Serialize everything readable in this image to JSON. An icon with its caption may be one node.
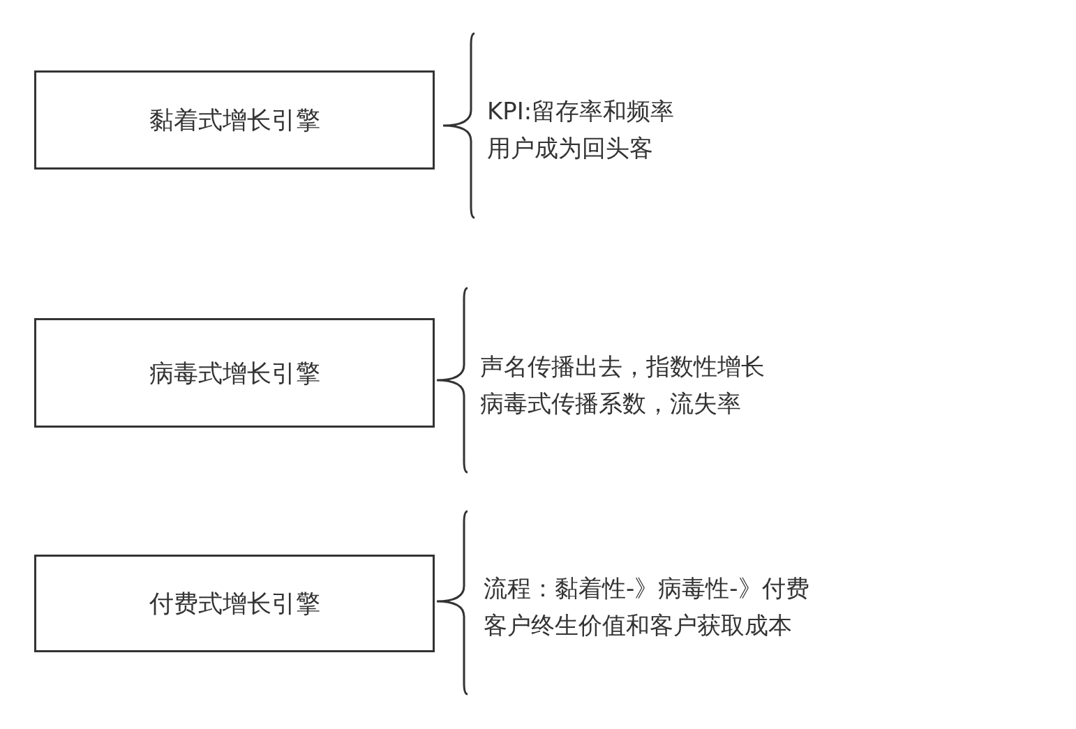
{
  "diagram": {
    "nodes": [
      {
        "text": [
          "黏着式增长引擎"
        ],
        "beside": [
          "KPI:留存率和频率",
          "用户成为回头客"
        ]
      },
      {
        "text": [
          "病毒式增长引擎"
        ],
        "beside": [
          "声名传播出去，指数性增长",
          "病毒式传播系数，流失率"
        ]
      },
      {
        "text": [
          "付费式增长引擎"
        ],
        "beside": [
          "流程：黏着性-》病毒性-》付费",
          "客户终生价值和客户获取成本"
        ]
      }
    ]
  }
}
